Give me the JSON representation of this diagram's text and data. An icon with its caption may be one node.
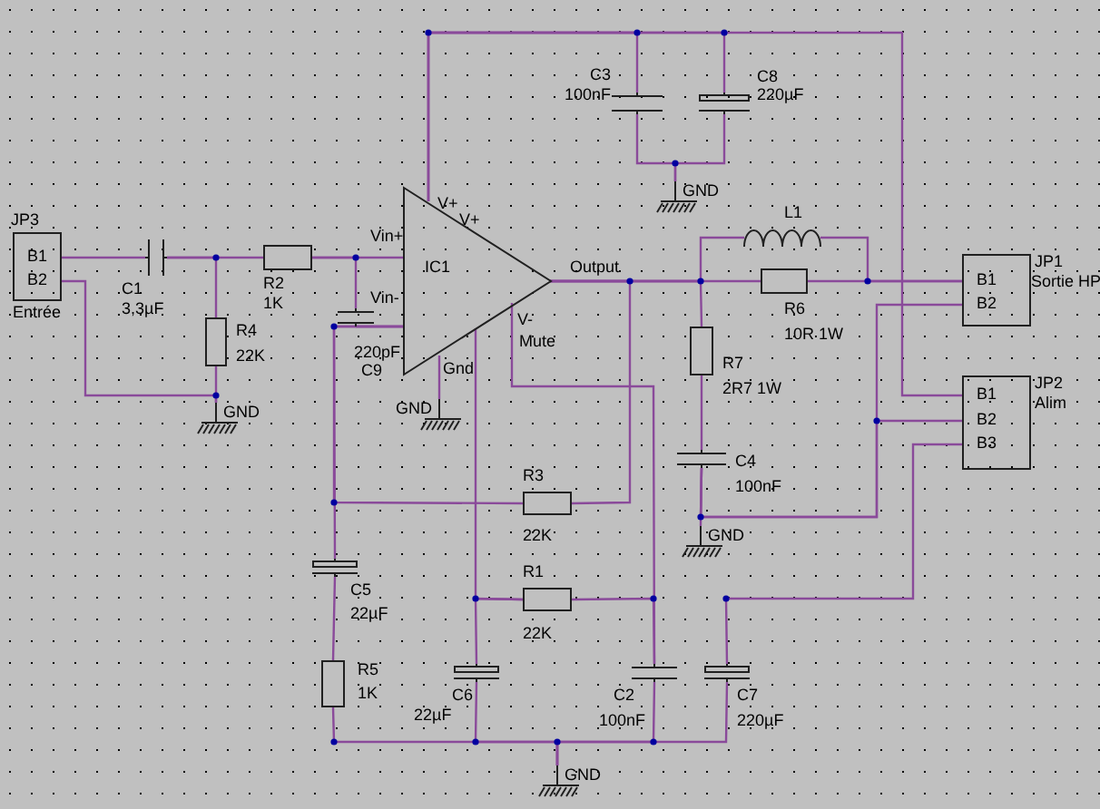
{
  "diagram": {
    "nodes": [
      {
        "text": [
          "B1",
          "B2"
        ],
        "beside": [
          "JP3",
          "Entrée"
        ]
      },
      {
        "text": [],
        "shape": "capacitor",
        "beside": [
          "C1",
          "3,3µF"
        ]
      },
      {
        "text": [],
        "shape": "resistor",
        "beside": [
          "R2",
          "1K"
        ]
      },
      {
        "text": [],
        "shape": "resistor",
        "beside": [
          "R4",
          "22K"
        ]
      },
      {
        "text": [
          "GND"
        ]
      },
      {
        "text": [],
        "shape": "capacitor",
        "beside": [
          "220pF",
          "C9"
        ]
      },
      {
        "text": [
          "IC1"
        ]
      },
      {
        "text": [
          "GND"
        ]
      },
      {
        "text": [],
        "shape": "capacitor",
        "beside": [
          "C3",
          "100nF"
        ]
      },
      {
        "text": [],
        "shape": "capacitor",
        "beside": [
          "C8",
          "220µF"
        ]
      },
      {
        "text": [
          "GND"
        ]
      },
      {
        "text": [],
        "shape": "inductor",
        "beside": [
          "L1"
        ]
      },
      {
        "text": [],
        "shape": "resistor",
        "beside": [
          "R6",
          "10R 1W"
        ]
      },
      {
        "text": [],
        "shape": "resistor",
        "beside": [
          "R7",
          "2R7 1W"
        ]
      },
      {
        "text": [],
        "shape": "capacitor",
        "beside": [
          "C4",
          "100nF"
        ]
      },
      {
        "text": [
          "GND"
        ]
      },
      {
        "text": [
          "B1",
          "B2"
        ],
        "beside": [
          "JP1",
          "Sortie HP"
        ]
      },
      {
        "text": [
          "B1",
          "B2",
          "B3"
        ],
        "beside": [
          "JP2",
          "Alim"
        ]
      },
      {
        "text": [],
        "shape": "resistor",
        "beside": [
          "R3",
          "22K"
        ]
      },
      {
        "text": [],
        "shape": "capacitor",
        "beside": [
          "C5",
          "22µF"
        ]
      },
      {
        "text": [],
        "shape": "resistor",
        "beside": [
          "R1",
          "22K"
        ]
      },
      {
        "text": [],
        "shape": "resistor",
        "beside": [
          "R5",
          "1K"
        ]
      },
      {
        "text": [],
        "shape": "capacitor",
        "beside": [
          "C6",
          "22µF"
        ]
      },
      {
        "text": [],
        "shape": "capacitor",
        "beside": [
          "C2",
          "100nF"
        ]
      },
      {
        "text": [],
        "shape": "capacitor",
        "beside": [
          "C7",
          "220µF"
        ]
      },
      {
        "text": [
          "GND"
        ]
      }
    ],
    "edges": [
      {
        "from": 0,
        "to": 1,
        "arrow": "none"
      },
      {
        "from": 1,
        "to": 2,
        "arrow": "none"
      },
      {
        "from": 1,
        "to": 3,
        "arrow": "none"
      },
      {
        "from": 3,
        "to": 4,
        "arrow": "none"
      },
      {
        "from": 0,
        "to": 4,
        "arrow": "none"
      },
      {
        "from": 2,
        "to": 6,
        "arrow": "none"
      },
      {
        "from": 2,
        "to": 5,
        "arrow": "none"
      },
      {
        "from": 5,
        "to": 6,
        "arrow": "none"
      },
      {
        "from": 6,
        "to": 18,
        "arrow": "none"
      },
      {
        "from": 6,
        "to": 19,
        "arrow": "none"
      },
      {
        "from": 6,
        "to": 8,
        "arrow": "none"
      },
      {
        "from": 6,
        "to": 9,
        "arrow": "none"
      },
      {
        "from": 6,
        "to": 17,
        "arrow": "none"
      },
      {
        "from": 8,
        "to": 10,
        "arrow": "none"
      },
      {
        "from": 9,
        "to": 10,
        "arrow": "none"
      },
      {
        "from": 6,
        "to": 7,
        "arrow": "none"
      },
      {
        "from": 6,
        "to": 12,
        "arrow": "none"
      },
      {
        "from": 6,
        "to": 11,
        "arrow": "none"
      },
      {
        "from": 6,
        "to": 13,
        "arrow": "none"
      },
      {
        "from": 18,
        "to": 6,
        "arrow": "none"
      },
      {
        "from": 12,
        "to": 16,
        "arrow": "none"
      },
      {
        "from": 11,
        "to": 16,
        "arrow": "none"
      },
      {
        "from": 13,
        "to": 14,
        "arrow": "none"
      },
      {
        "from": 14,
        "to": 15,
        "arrow": "none"
      },
      {
        "from": 14,
        "to": 16,
        "arrow": "none"
      },
      {
        "from": 14,
        "to": 17,
        "arrow": "none"
      },
      {
        "from": 17,
        "to": 24,
        "arrow": "none"
      },
      {
        "from": 6,
        "to": 23,
        "arrow": "none"
      },
      {
        "from": 20,
        "to": 23,
        "arrow": "none"
      },
      {
        "from": 6,
        "to": 20,
        "arrow": "none"
      },
      {
        "from": 20,
        "to": 22,
        "arrow": "none"
      },
      {
        "from": 19,
        "to": 21,
        "arrow": "none"
      },
      {
        "from": 21,
        "to": 25,
        "arrow": "none"
      },
      {
        "from": 22,
        "to": 25,
        "arrow": "none"
      },
      {
        "from": 23,
        "to": 25,
        "arrow": "none"
      },
      {
        "from": 24,
        "to": 25,
        "arrow": "none"
      }
    ],
    "labels": [
      "Vin+",
      "V+",
      "V+",
      "Vin-",
      "Output",
      "V-",
      "Mute",
      "Gnd"
    ]
  }
}
